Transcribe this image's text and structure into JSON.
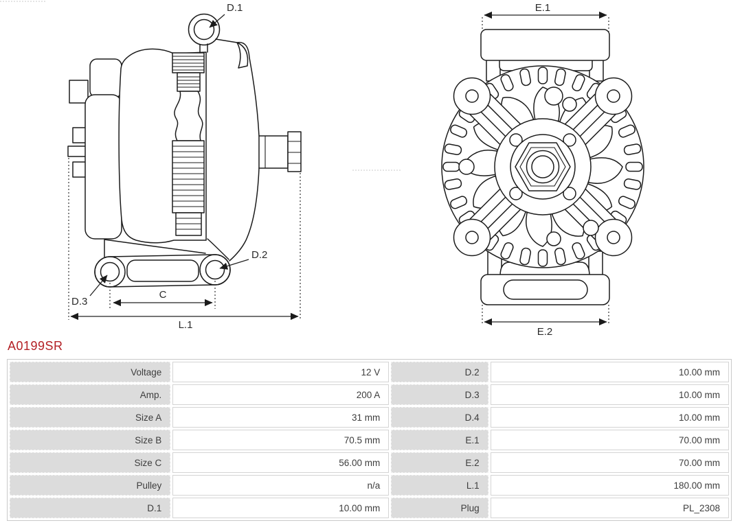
{
  "title": "A0199SR",
  "colors": {
    "accent": "#b32025",
    "line": "#1b1b1b",
    "label_cell_bg": "#dcdcdc",
    "cell_border": "#d4d4d4",
    "text": "#3d3d3d"
  },
  "drawing": {
    "side_view_labels": {
      "d1": "D.1",
      "d2": "D.2",
      "d3": "D.3",
      "c": "C",
      "l1": "L.1"
    },
    "front_view_labels": {
      "e1": "E.1",
      "e2": "E.2"
    }
  },
  "table": {
    "rows": [
      {
        "c0": "Voltage",
        "c1": "12 V",
        "c2": "D.2",
        "c3": "10.00 mm"
      },
      {
        "c0": "Amp.",
        "c1": "200 A",
        "c2": "D.3",
        "c3": "10.00 mm"
      },
      {
        "c0": "Size A",
        "c1": "31 mm",
        "c2": "D.4",
        "c3": "10.00 mm"
      },
      {
        "c0": "Size B",
        "c1": "70.5 mm",
        "c2": "E.1",
        "c3": "70.00 mm"
      },
      {
        "c0": "Size C",
        "c1": "56.00 mm",
        "c2": "E.2",
        "c3": "70.00 mm"
      },
      {
        "c0": "Pulley",
        "c1": "n/a",
        "c2": "L.1",
        "c3": "180.00 mm"
      },
      {
        "c0": "D.1",
        "c1": "10.00 mm",
        "c2": "Plug",
        "c3": "PL_2308"
      }
    ]
  }
}
